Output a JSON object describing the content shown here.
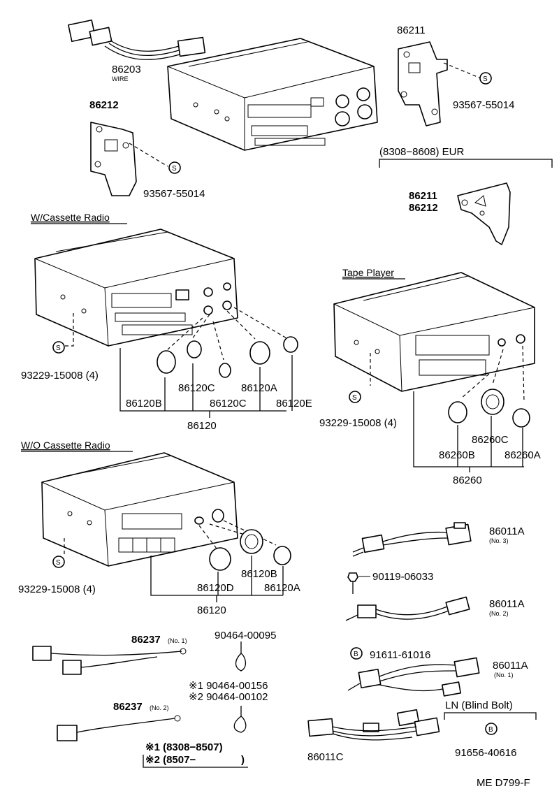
{
  "labels": {
    "wire_harness_top": "86203",
    "wire_word": "WIRE",
    "bracket_right_top": "86211",
    "screw_right_top": "93567-55014",
    "bracket_left_top": "86212",
    "screw_left_top": "93567-55014",
    "eur_header": "(8308−8608) EUR",
    "eur_bracket_a": "86211",
    "eur_bracket_b": "86212",
    "w_cassette_heading": "W/Cassette Radio",
    "tape_player_heading": "Tape Player",
    "wo_cassette_heading": "W/O Cassette Radio",
    "screw_w_cassette": "93229-15008 (4)",
    "knob_c_1": "86120C",
    "knob_a_1": "86120A",
    "knob_b_1": "86120B",
    "knob_c_2": "86120C",
    "knob_e_1": "86120E",
    "knob_set_1": "86120",
    "screw_tape": "93229-15008 (4)",
    "knob_tape_b": "86260B",
    "knob_tape_c": "86260C",
    "knob_tape_a": "86260A",
    "knob_set_tape": "86260",
    "screw_wo_cassette": "93229-15008 (4)",
    "knob_b_2": "86120B",
    "knob_d_2": "86120D",
    "knob_a_2": "86120A",
    "knob_set_2": "86120",
    "harness_no3": "86011A",
    "harness_no3_sub": "(No. 3)",
    "bolt_90119": "90119-06033",
    "harness_no2": "86011A",
    "harness_no2_sub": "(No. 2)",
    "bolt_91611": "91611-61016",
    "harness_no1": "86011A",
    "harness_no1_sub": "(No. 1)",
    "harness_c": "86011C",
    "blind_bolt_header": "LN (Blind Bolt)",
    "blind_bolt_pn": "91656-40616",
    "ground_no1": "86237",
    "ground_no1_sub": "(No. 1)",
    "ground_no2": "86237",
    "ground_no2_sub": "(No. 2)",
    "clip_90464_00095": "90464-00095",
    "clip_note1": "※1 90464-00156",
    "clip_note2": "※2 90464-00102",
    "footnote1": "※1 (8308−8507)",
    "footnote2": "※2 (8507−",
    "footnote2_close": ")",
    "drawing_code": "ME D799-F",
    "symbol_s": "S",
    "symbol_b": "B"
  }
}
